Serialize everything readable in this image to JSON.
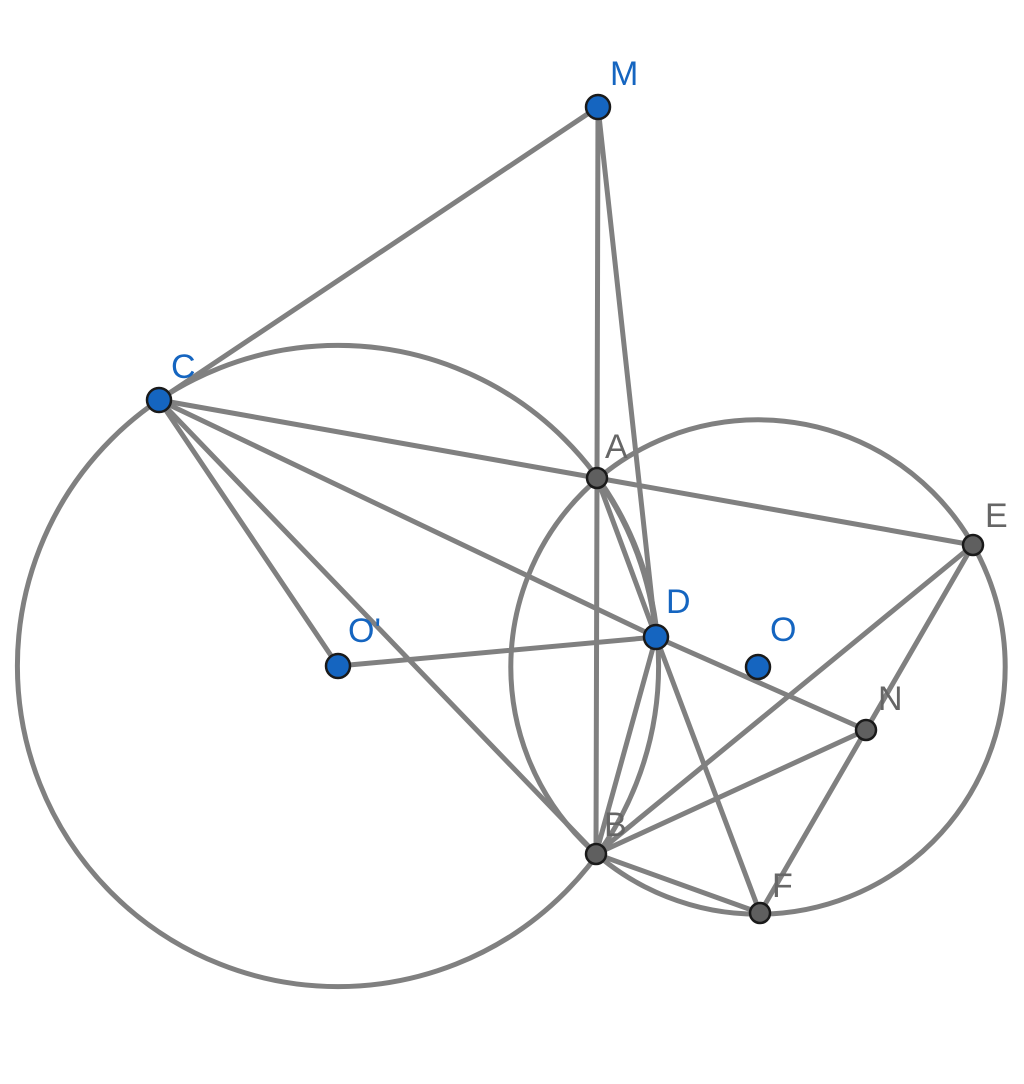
{
  "colors": {
    "line": "#808080",
    "free_point": "#1565c0",
    "dependent_point": "#5f5f5f",
    "free_label": "#1565c0",
    "dependent_label": "#666666"
  },
  "points": [
    {
      "id": "M",
      "label": "M",
      "kind": "free"
    },
    {
      "id": "C",
      "label": "C",
      "kind": "free"
    },
    {
      "id": "A",
      "label": "A",
      "kind": "dependent"
    },
    {
      "id": "E",
      "label": "E",
      "kind": "dependent"
    },
    {
      "id": "D",
      "label": "D",
      "kind": "free"
    },
    {
      "id": "O",
      "label": "O",
      "kind": "free"
    },
    {
      "id": "Op",
      "label": "O'",
      "kind": "free"
    },
    {
      "id": "N",
      "label": "N",
      "kind": "dependent"
    },
    {
      "id": "B",
      "label": "B",
      "kind": "dependent"
    },
    {
      "id": "F",
      "label": "F",
      "kind": "dependent"
    }
  ],
  "segments": [
    [
      "C",
      "M"
    ],
    [
      "M",
      "A"
    ],
    [
      "M",
      "D"
    ],
    [
      "C",
      "A"
    ],
    [
      "C",
      "D"
    ],
    [
      "C",
      "Op"
    ],
    [
      "C",
      "B"
    ],
    [
      "A",
      "E"
    ],
    [
      "A",
      "B"
    ],
    [
      "A",
      "D"
    ],
    [
      "Op",
      "D"
    ],
    [
      "D",
      "N"
    ],
    [
      "D",
      "B"
    ],
    [
      "D",
      "F"
    ],
    [
      "E",
      "B"
    ],
    [
      "E",
      "N"
    ],
    [
      "N",
      "B"
    ],
    [
      "N",
      "F"
    ],
    [
      "B",
      "F"
    ]
  ],
  "circles": [
    {
      "id": "circle-O-prime",
      "center": "Op",
      "through": "C"
    },
    {
      "id": "circle-O",
      "center": "O",
      "through": "E"
    },
    {
      "id": "circle-ABD",
      "through": [
        "A",
        "B",
        "D"
      ],
      "arc": "A-D-B"
    }
  ]
}
